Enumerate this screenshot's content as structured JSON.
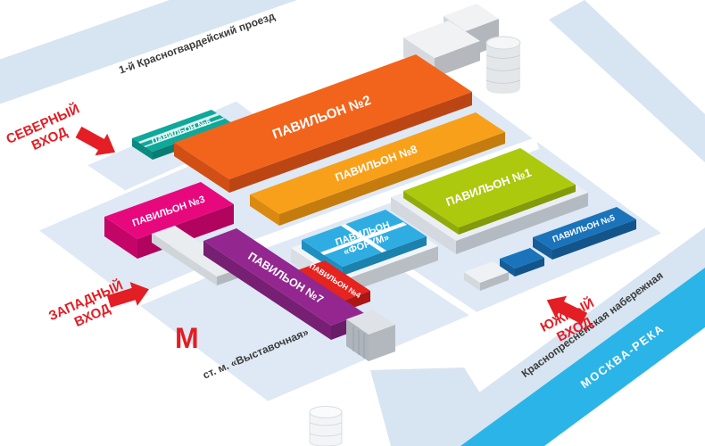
{
  "streets": {
    "north": "1-й Красногвардейский проезд",
    "embankment": "Краснопресненская набережная",
    "river": "МОСКВА-РЕКА"
  },
  "entrances": {
    "north": {
      "l1": "СЕВЕРНЫЙ",
      "l2": "ВХОД"
    },
    "west": {
      "l1": "ЗАПАДНЫЙ",
      "l2": "ВХОД"
    },
    "south": {
      "l1": "ЮЖНЫЙ",
      "l2": "ВХОД"
    }
  },
  "metro": {
    "logo": "М",
    "station": "ст. м. «Выставочная»"
  },
  "pavilions": {
    "p1": {
      "label": "ПАВИЛЬОН №1",
      "roof": "#ACC90E",
      "wall": "#92AB0B"
    },
    "p2": {
      "label": "ПАВИЛЬОН №2",
      "roof": "#F2641C",
      "wall": "#D14E15"
    },
    "p3": {
      "label": "ПАВИЛЬОН №3",
      "roof": "#E8087E",
      "wall": "#C40568"
    },
    "p4": {
      "label": "ПАВИЛЬОН №4",
      "roof": "#E5231F",
      "wall": "#C01915"
    },
    "p5": {
      "label": "ПАВИЛЬОН №5",
      "roof": "#1B74BB",
      "wall": "#155E99"
    },
    "p6": {
      "label": "ПАВИЛЬОН №6",
      "roof": "#0FA89A",
      "wall": "#0B8A7F"
    },
    "p7": {
      "label": "ПАВИЛЬОН №7",
      "roof": "#93278F",
      "wall": "#771F73"
    },
    "p8": {
      "label": "ПАВИЛЬОН №8",
      "roof": "#F9A01B",
      "wall": "#DA8A10"
    },
    "forum": {
      "l1": "ПАВИЛЬОН",
      "l2": "«ФОРУМ»",
      "roof": "#2FADE3",
      "wall": "#1F8FC0"
    }
  },
  "colors": {
    "road": "#D7E4F1",
    "platform": "#DEE9F5",
    "river": "#2BB4E8",
    "accent": "#E31E24",
    "text": "#3C3C3B",
    "white": "#FFFFFF"
  }
}
